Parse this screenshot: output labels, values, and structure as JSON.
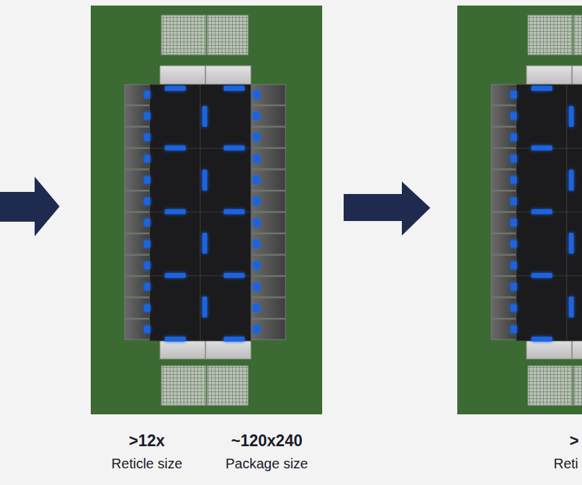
{
  "diagram": {
    "labels": [
      ">12x",
      "~120x240",
      "Reticle size",
      "Package size",
      ">",
      "Reti"
    ]
  }
}
